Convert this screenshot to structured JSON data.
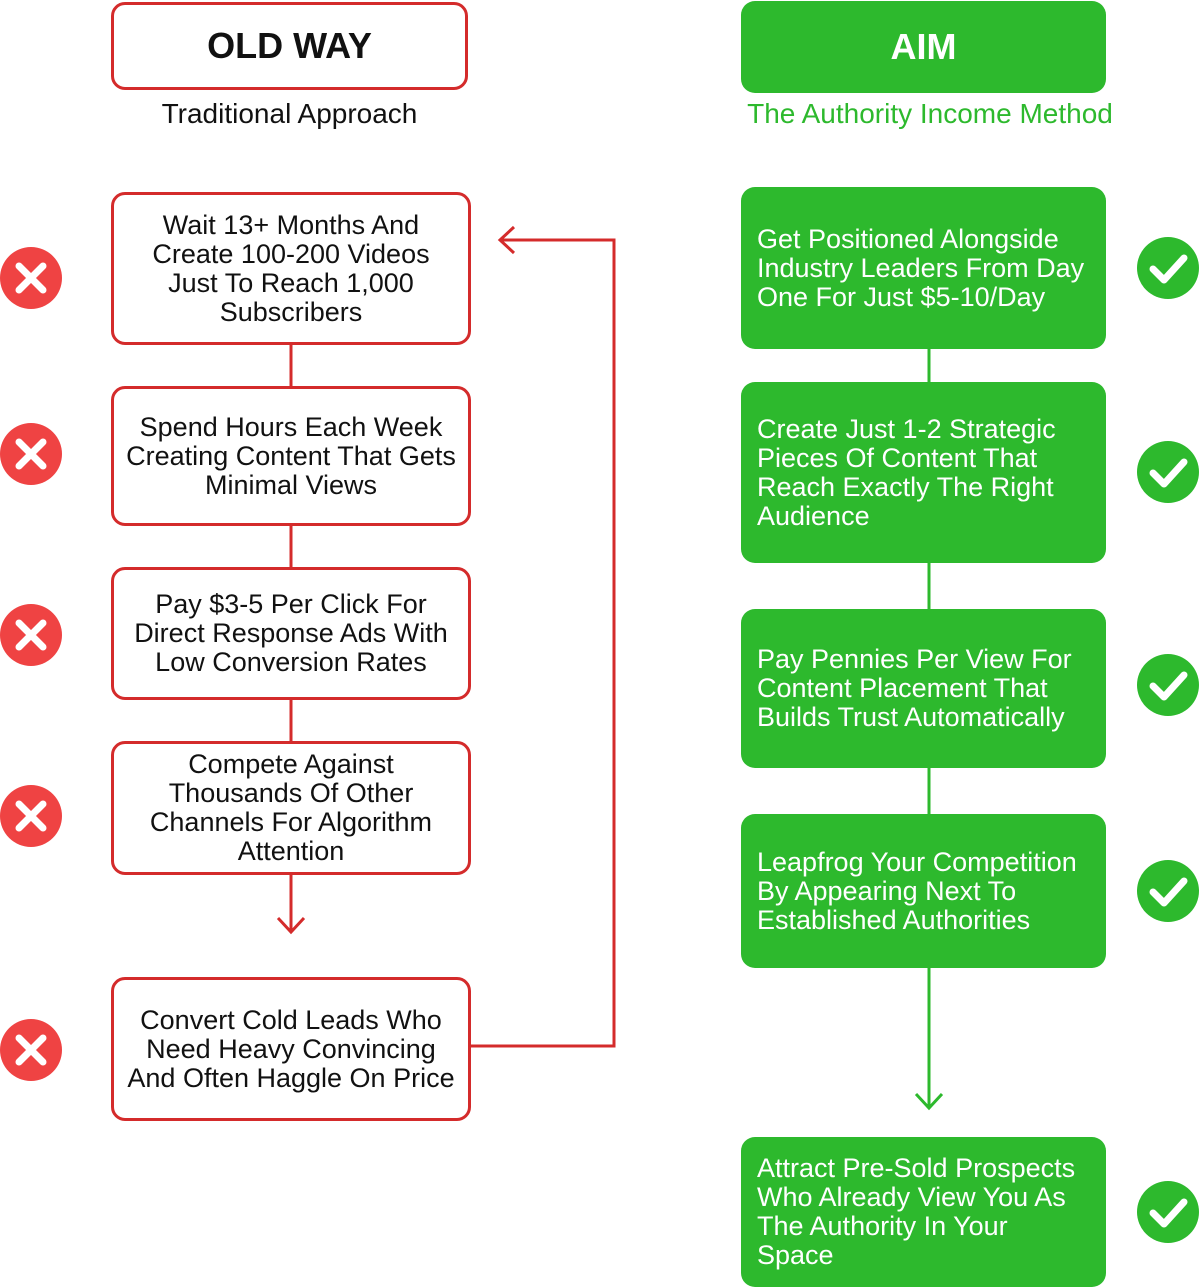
{
  "left_column": {
    "header": "OLD WAY",
    "subtitle": "Traditional Approach",
    "steps": [
      "Wait 13+ Months And Create 100-200 Videos Just To Reach 1,000 Subscribers",
      "Spend Hours Each Week Creating Content That Gets Minimal Views",
      "Pay $3-5 Per Click For Direct Response Ads With Low Conversion Rates",
      "Compete Against Thousands Of Other Channels For Algorithm Attention",
      "Convert Cold Leads Who Need Heavy Convincing And Often Haggle On Price"
    ]
  },
  "right_column": {
    "header": "AIM",
    "subtitle": "The Authority Income Method",
    "steps": [
      "Get Positioned Alongside Industry Leaders From Day One For Just $5-10/Day",
      "Create Just 1-2 Strategic Pieces Of Content That Reach Exactly The Right Audience",
      "Pay Pennies Per View For Content Placement That Builds Trust Automatically",
      "Leapfrog Your Competition By Appearing Next To Established Authorities",
      "Attract Pre-Sold Prospects Who Already View You As The Authority In Your Space"
    ]
  },
  "colors": {
    "red": "#d42b2b",
    "red_icon": "#ef4343",
    "green": "#2db92d"
  },
  "icons": {
    "left": "x-circle-icon",
    "right": "check-circle-icon"
  }
}
